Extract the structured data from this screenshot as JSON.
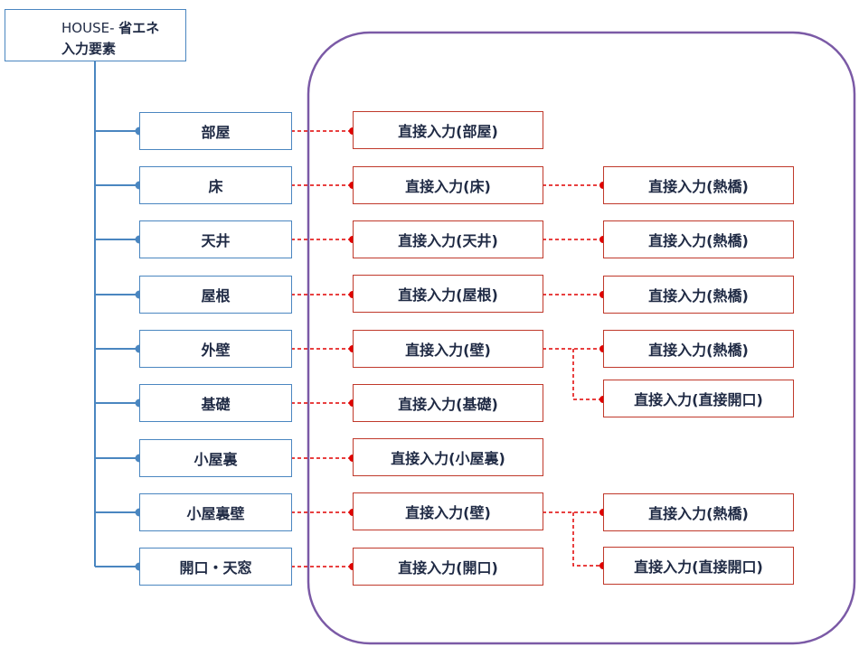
{
  "root": {
    "line1_latin": "HOUSE- ",
    "line1_jp": "省エネ",
    "line2": "入力要素"
  },
  "elements": [
    {
      "label": "部屋"
    },
    {
      "label": "床"
    },
    {
      "label": "天井"
    },
    {
      "label": "屋根"
    },
    {
      "label": "外壁"
    },
    {
      "label": "基礎"
    },
    {
      "label": "小屋裏"
    },
    {
      "label": "小屋裏壁"
    },
    {
      "label": "開口・天窓"
    }
  ],
  "direct_inputs": [
    {
      "label": "直接入力(部屋)"
    },
    {
      "label": "直接入力(床)"
    },
    {
      "label": "直接入力(天井)"
    },
    {
      "label": "直接入力(屋根)"
    },
    {
      "label": "直接入力(壁)"
    },
    {
      "label": "直接入力(基礎)"
    },
    {
      "label": "直接入力(小屋裏)"
    },
    {
      "label": "直接入力(壁)"
    },
    {
      "label": "直接入力(開口)"
    }
  ],
  "extra_inputs": [
    {
      "label": "直接入力(熱橋)"
    },
    {
      "label": "直接入力(熱橋)"
    },
    {
      "label": "直接入力(熱橋)"
    },
    {
      "label": "直接入力(熱橋)"
    },
    {
      "label": "直接入力(直接開口)"
    },
    {
      "label": "直接入力(熱橋)"
    },
    {
      "label": "直接入力(直接開口)"
    }
  ],
  "colors": {
    "tree": "#4a86c0",
    "link": "#e00000",
    "box_red": "#c0392b",
    "group": "#7b5aa6",
    "text": "#1f2a44"
  }
}
